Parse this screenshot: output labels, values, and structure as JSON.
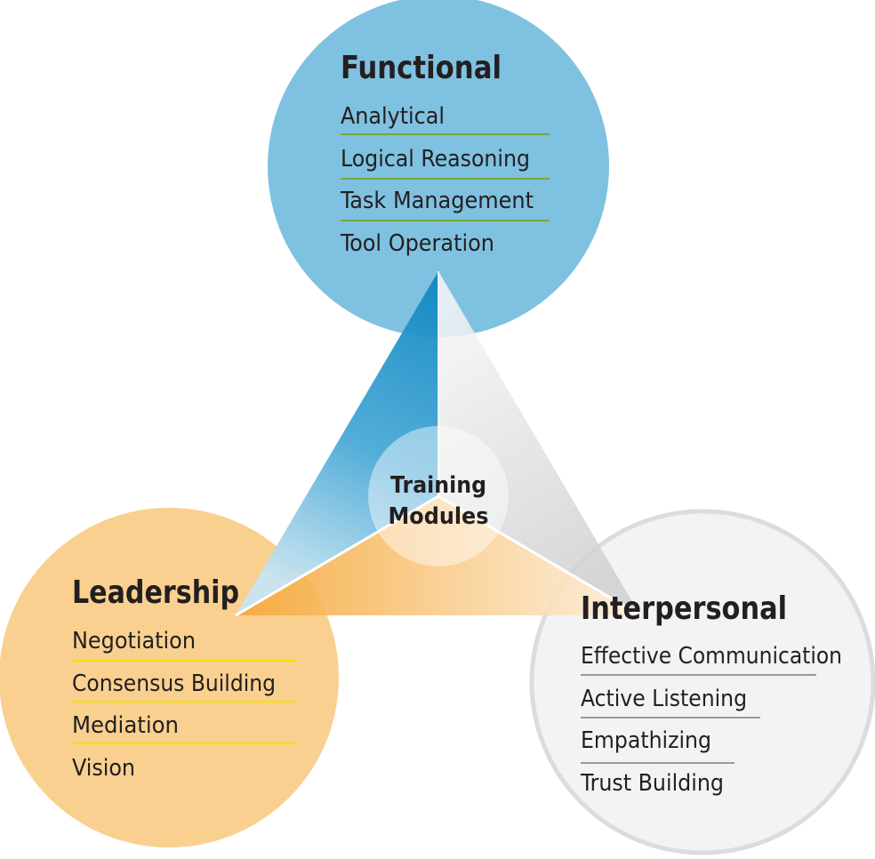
{
  "diagram": {
    "title": "Training Modules",
    "center": {
      "line1": "Training",
      "line2": "Modules"
    },
    "nodes": [
      {
        "id": "functional",
        "title": "Functional",
        "color": "#7fc1e0",
        "divider_color": "#7aa63a",
        "items": [
          "Analytical",
          "Logical Reasoning",
          "Task Management",
          "Tool Operation"
        ]
      },
      {
        "id": "leadership",
        "title": "Leadership",
        "color": "#f9d08f",
        "divider_color": "#f5e400",
        "items": [
          "Negotiation",
          "Consensus Building",
          "Mediation",
          "Vision"
        ]
      },
      {
        "id": "interpersonal",
        "title": "Interpersonal",
        "color": "#f3f3f5",
        "divider_color": "#9a9a9a",
        "items": [
          "Effective Communication",
          "Active Listening",
          "Empathizing",
          "Trust Building"
        ]
      }
    ],
    "sector_colors": {
      "functional": "#1a8fc7",
      "interpersonal": "#d6d7d9",
      "leadership": "#f6a93a"
    }
  }
}
